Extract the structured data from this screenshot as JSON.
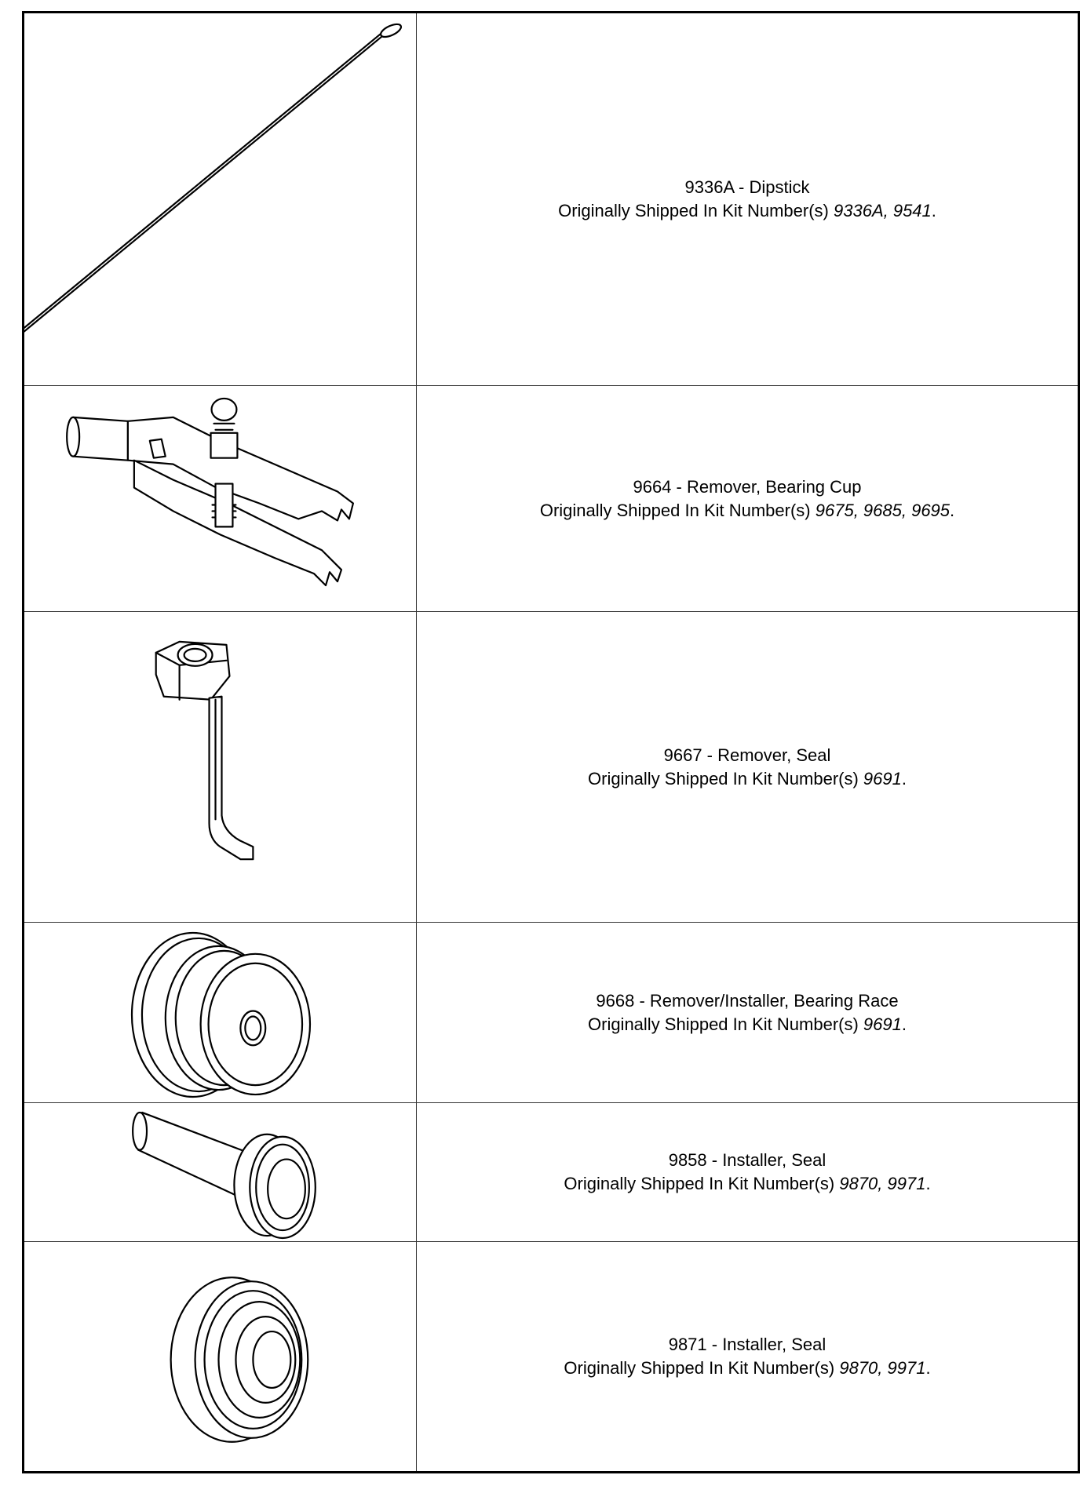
{
  "items": [
    {
      "title": "9336A - Dipstick",
      "kit_prefix": "Originally Shipped In Kit Number(s) ",
      "kits": "9336A, 9541",
      "kit_suffix": ".",
      "icon": "dipstick-icon"
    },
    {
      "title": "9664 - Remover, Bearing Cup",
      "kit_prefix": "Originally Shipped In Kit Number(s) ",
      "kits": "9675, 9685, 9695",
      "kit_suffix": ".",
      "icon": "bearing-cup-remover-icon"
    },
    {
      "title": "9667 - Remover, Seal",
      "kit_prefix": "Originally Shipped In Kit Number(s) ",
      "kits": "9691",
      "kit_suffix": ".",
      "icon": "seal-remover-icon"
    },
    {
      "title": "9668 - Remover/Installer, Bearing Race",
      "kit_prefix": "Originally Shipped In Kit Number(s) ",
      "kits": "9691",
      "kit_suffix": ".",
      "icon": "bearing-race-tool-icon"
    },
    {
      "title": "9858 - Installer, Seal",
      "kit_prefix": "Originally Shipped In Kit Number(s) ",
      "kits": "9870, 9971",
      "kit_suffix": ".",
      "icon": "seal-installer-icon"
    },
    {
      "title": "9871 - Installer, Seal",
      "kit_prefix": "Originally Shipped In Kit Number(s) ",
      "kits": "9870, 9971",
      "kit_suffix": ".",
      "icon": "seal-installer-disc-icon"
    }
  ]
}
